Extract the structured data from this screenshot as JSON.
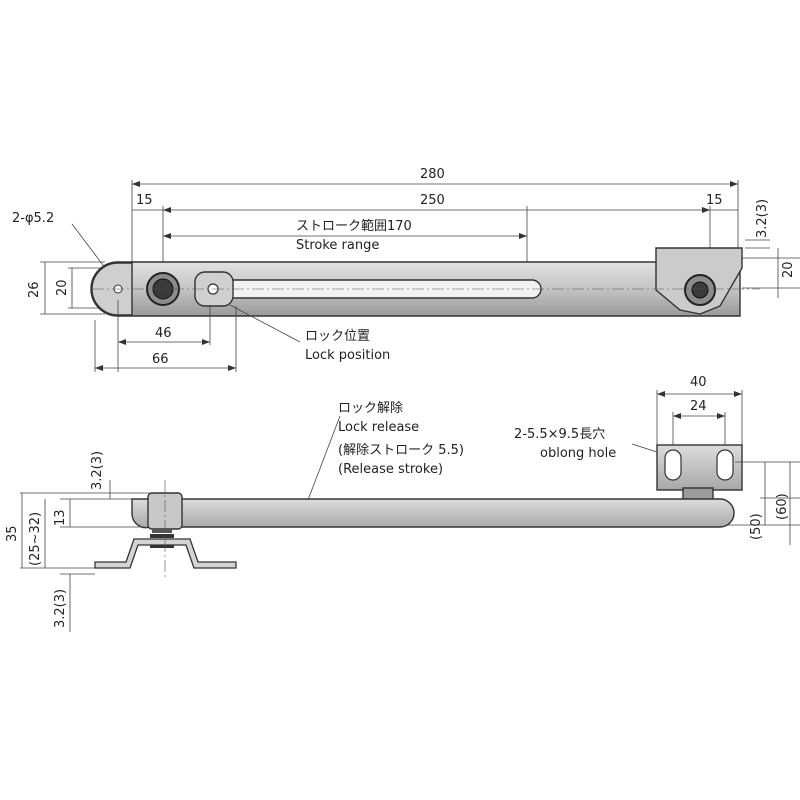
{
  "top_view": {
    "dims": {
      "overall": "280",
      "pitch": "250",
      "left_offset": "15",
      "right_offset": "15",
      "stroke_range": "ストローク範囲170",
      "stroke_range_en": "Stroke range",
      "hole_spec": "2-φ5.2",
      "height_26": "26",
      "height_20_left": "20",
      "height_20_right": "20",
      "thickness": "3.2(3)",
      "dim_46": "46",
      "dim_66": "66",
      "lock_position_jp": "ロック位置",
      "lock_position_en": "Lock position"
    }
  },
  "side_view": {
    "dims": {
      "width_40": "40",
      "width_24": "24",
      "oblong_spec": "2-5.5×9.5長穴",
      "oblong_en": "oblong hole",
      "lock_release_jp": "ロック解除",
      "lock_release_en": "Lock release",
      "release_stroke_jp": "(解除ストローク 5.5)",
      "release_stroke_en": "(Release stroke)",
      "thickness_top": "3.2(3)",
      "dim_13": "13",
      "dim_35": "35",
      "dim_25_32": "(25~32)",
      "thickness_bottom": "3.2(3)",
      "dim_50": "(50)",
      "dim_60": "(60)"
    }
  },
  "colors": {
    "metal_light": "#d8d8d8",
    "metal_mid": "#b8b8b8",
    "metal_dark": "#8a8a8a",
    "line": "#333333"
  }
}
